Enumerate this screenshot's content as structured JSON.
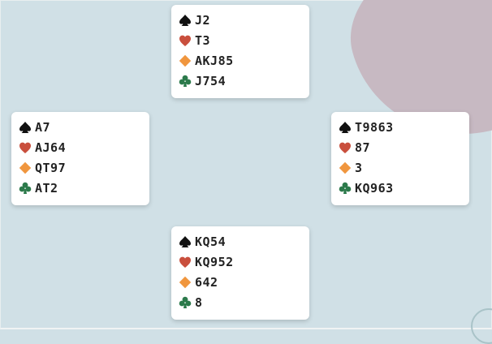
{
  "colors": {
    "table": "#d0e0e6",
    "spade": "#111111",
    "heart": "#c94f3d",
    "diamond": "#f0963e",
    "club": "#2c7a4b"
  },
  "hands": {
    "north": {
      "spades": "J2",
      "hearts": "T3",
      "diamonds": "AKJ85",
      "clubs": "J754"
    },
    "west": {
      "spades": "A7",
      "hearts": "AJ64",
      "diamonds": "QT97",
      "clubs": "AT2"
    },
    "east": {
      "spades": "T9863",
      "hearts": "87",
      "diamonds": "3",
      "clubs": "KQ963"
    },
    "south": {
      "spades": "KQ54",
      "hearts": "KQ952",
      "diamonds": "642",
      "clubs": "8"
    }
  }
}
